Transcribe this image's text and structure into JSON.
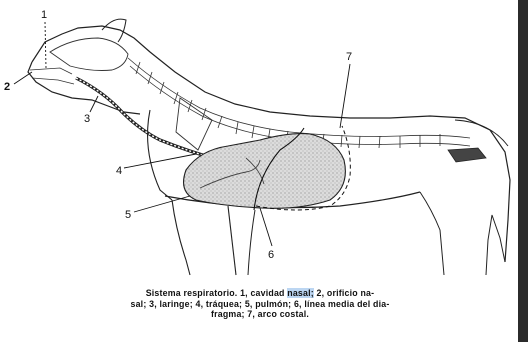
{
  "labels": {
    "n1": "1",
    "n2": "2",
    "n3": "3",
    "n4": "4",
    "n5": "5",
    "n6": "6",
    "n7": "7"
  },
  "caption": {
    "line1_before": "Sistema respiratorio. 1, cavidad ",
    "line1_highlight": "nasal;",
    "line1_after": " 2, orificio na-",
    "line2": "sal; 3, laringe; 4, tráquea; 5, pulmón; 6, línea media del dia-",
    "line3": "fragma; 7, arco costal."
  },
  "highlight_color": "#bcd6f2"
}
